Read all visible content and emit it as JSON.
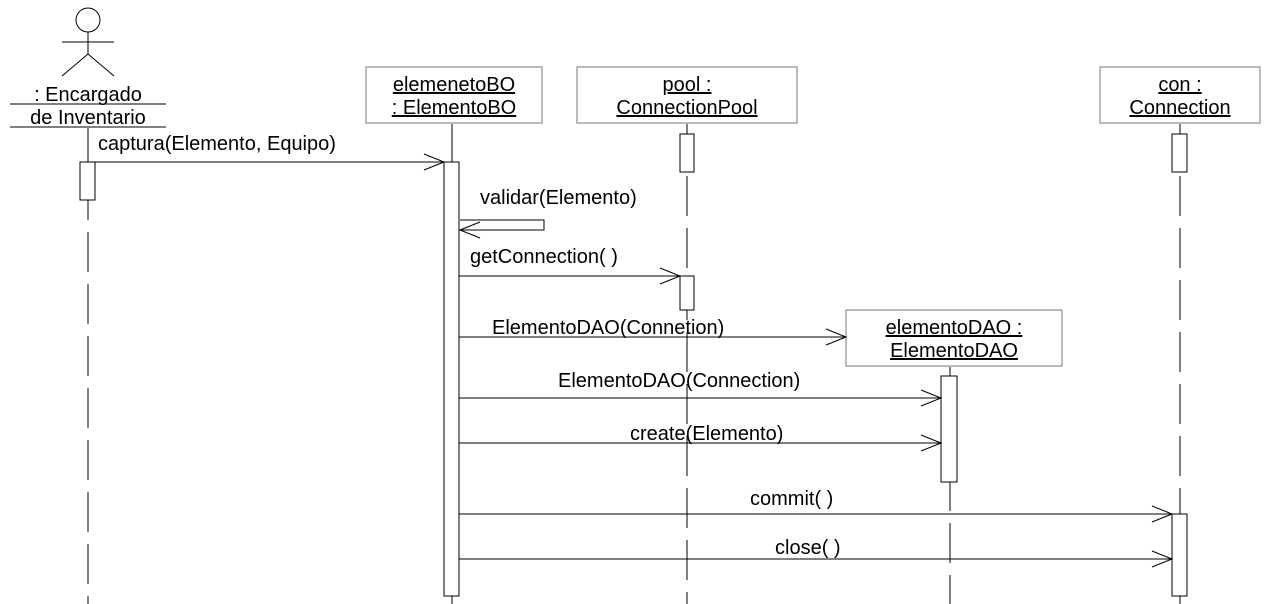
{
  "actor": {
    "line1": ": Encargado",
    "line2": "de Inventario"
  },
  "objects": {
    "bo": {
      "line1": "elemenetoBO",
      "line2": ": ElementoBO"
    },
    "pool": {
      "line1": "pool :",
      "line2": "ConnectionPool"
    },
    "dao": {
      "line1": "elementoDAO :",
      "line2": "ElementoDAO"
    },
    "con": {
      "line1": "con :",
      "line2": "Connection"
    }
  },
  "messages": {
    "m1": "captura(Elemento, Equipo)",
    "m2": "validar(Elemento)",
    "m3": "getConnection( )",
    "m4": "ElementoDAO(Connetion)",
    "m5": "ElementoDAO(Connection)",
    "m6": "create(Elemento)",
    "m7": "commit( )",
    "m8": "close( )"
  }
}
